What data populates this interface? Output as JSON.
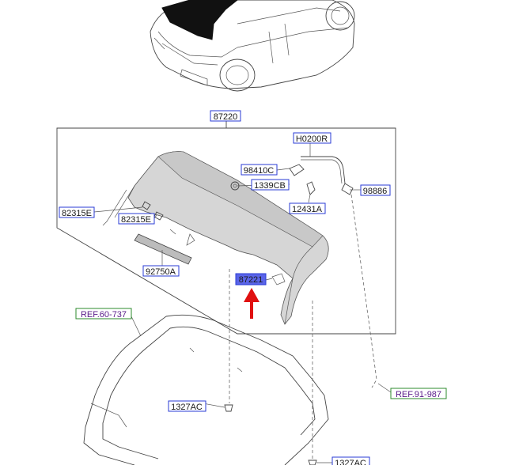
{
  "labels": {
    "assembly": "87220",
    "h0200r": "H0200R",
    "p98410c": "98410C",
    "p1339cb": "1339CB",
    "p98886": "98886",
    "p12431a": "12431A",
    "p82315e_a": "82315E",
    "p82315e_b": "82315E",
    "p92750a": "92750A",
    "p87221": "87221",
    "ref_60_737": "REF.60-737",
    "ref_91_987": "REF.91-987",
    "p1327ac_a": "1327AC",
    "p1327ac_b": "1327AC"
  },
  "colors": {
    "label_border": "#2a3bd6",
    "label_fill": "#ffffff",
    "highlight_fill": "#5a64e8",
    "ref_border": "#2e8b2e",
    "ref_text": "#5a1c8a",
    "arrow": "#e01010",
    "spoiler_fill": "#d6d6d6"
  }
}
